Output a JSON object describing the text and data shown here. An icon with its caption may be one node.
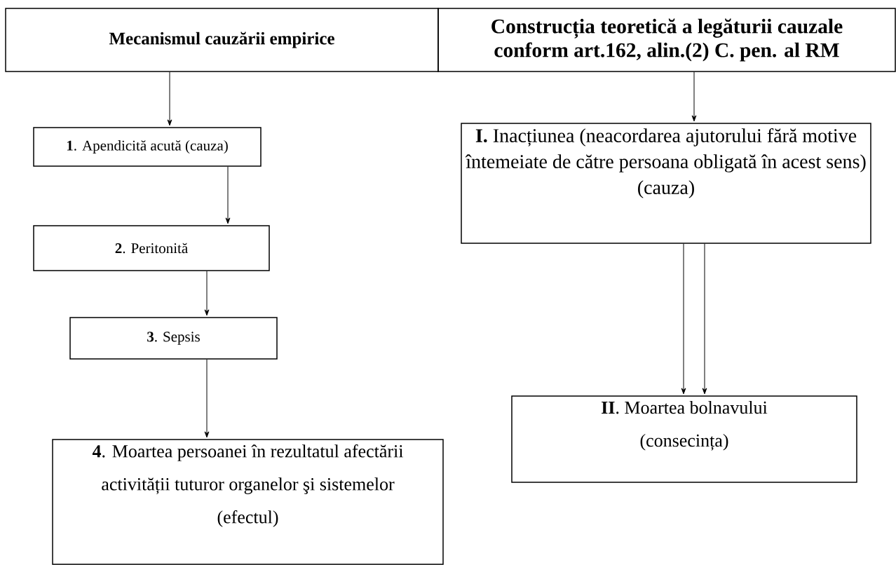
{
  "diagram": {
    "nodes": [
      {
        "text": [
          "Mecanismul cauzării empirice"
        ]
      },
      {
        "text": [
          "Construcția teoretică a legăturii cauzale conform art.162, alin.(2) C. pen. al RM"
        ]
      },
      {
        "text": [
          "**1**. Apendicită acută (cauza)"
        ]
      },
      {
        "text": [
          "**2**. Peritonită"
        ]
      },
      {
        "text": [
          "**3**. Sepsis"
        ]
      },
      {
        "text": [
          "**4**. Moartea persoanei în rezultatul afectării activității tuturor organelor şi sistemelor (efectul)"
        ]
      },
      {
        "text": [
          "**I.** Inacțiunea (neacordarea ajutorului fără motive întemeiate de către persoana obligată în acest sens) (cauza)"
        ]
      },
      {
        "text": [
          "**II**. Moartea bolnavului (consecința)"
        ]
      }
    ],
    "edges": [
      {
        "from": 0,
        "to": 2,
        "arrow": "to"
      },
      {
        "from": 2,
        "to": 3,
        "arrow": "to"
      },
      {
        "from": 3,
        "to": 4,
        "arrow": "to"
      },
      {
        "from": 4,
        "to": 5,
        "arrow": "to"
      },
      {
        "from": 1,
        "to": 6,
        "arrow": "to"
      },
      {
        "from": 6,
        "to": 7,
        "arrow": "to"
      },
      {
        "from": 6,
        "to": 7,
        "arrow": "to"
      }
    ]
  }
}
